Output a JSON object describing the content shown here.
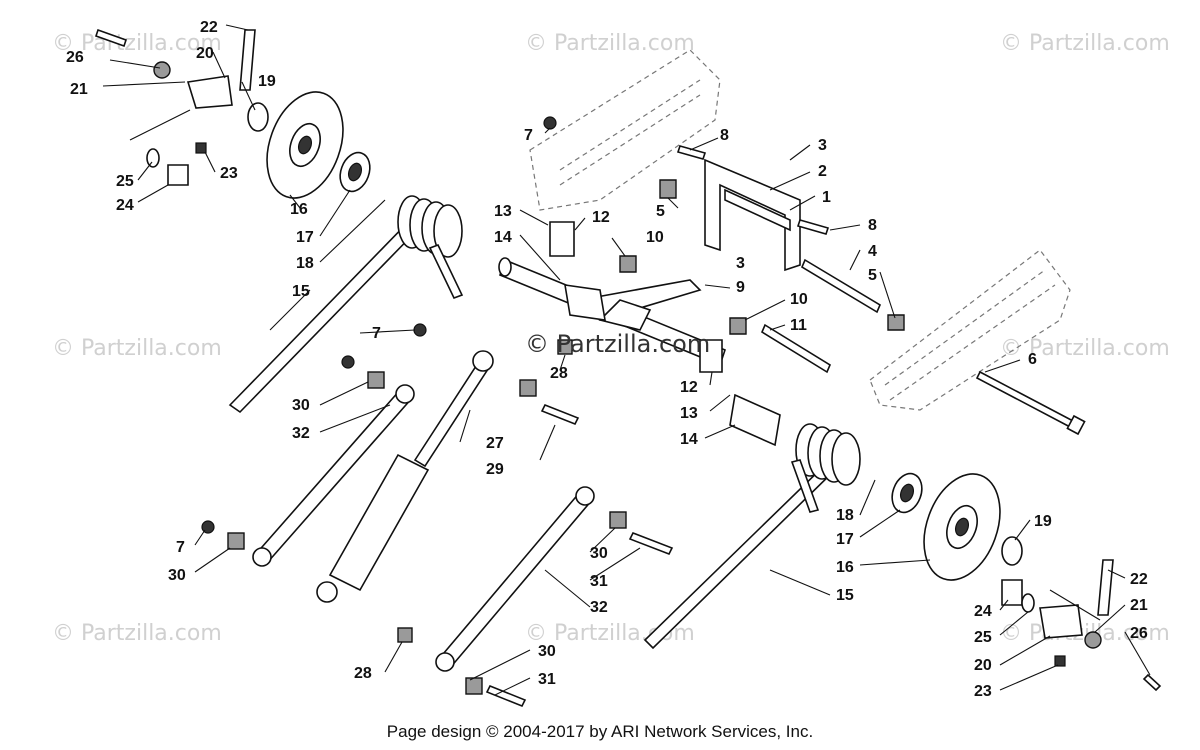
{
  "watermarks": {
    "text": "© Partzilla.com",
    "center_text": "© Partzilla.com"
  },
  "footer": {
    "text": "Page design © 2004-2017 by ARI Network Services, Inc."
  },
  "callouts": {
    "c1": "1",
    "c2": "2",
    "c3a": "3",
    "c3b": "3",
    "c4": "4",
    "c5a": "5",
    "c5b": "5",
    "c6": "6",
    "c7a": "7",
    "c7b": "7",
    "c7c": "7",
    "c8a": "8",
    "c8b": "8",
    "c9": "9",
    "c10a": "10",
    "c10b": "10",
    "c11": "11",
    "c12a": "12",
    "c12b": "12",
    "c13a": "13",
    "c13b": "13",
    "c14a": "14",
    "c14b": "14",
    "c15a": "15",
    "c15b": "15",
    "c16a": "16",
    "c16b": "16",
    "c17a": "17",
    "c17b": "17",
    "c18a": "18",
    "c18b": "18",
    "c19a": "19",
    "c19b": "19",
    "c20a": "20",
    "c20b": "20",
    "c21a": "21",
    "c21b": "21",
    "c22a": "22",
    "c22b": "22",
    "c23a": "23",
    "c23b": "23",
    "c24a": "24",
    "c24b": "24",
    "c25a": "25",
    "c25b": "25",
    "c26a": "26",
    "c26b": "26",
    "c27": "27",
    "c28a": "28",
    "c28b": "28",
    "c29": "29",
    "c30a": "30",
    "c30b": "30",
    "c30c": "30",
    "c30d": "30",
    "c31a": "31",
    "c31b": "31",
    "c32a": "32",
    "c32b": "32"
  }
}
